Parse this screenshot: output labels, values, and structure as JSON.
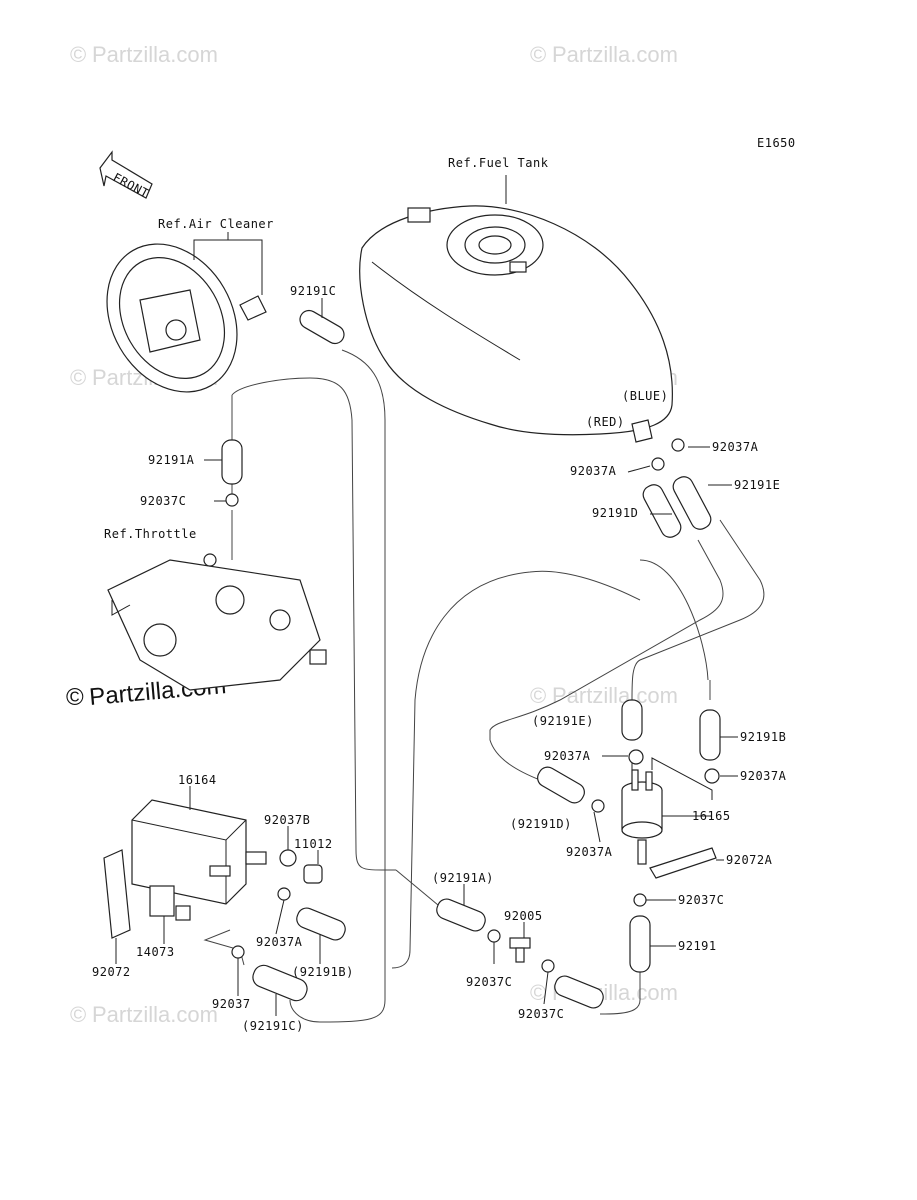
{
  "diagram_code": "E1650",
  "front_label": "FRONT",
  "watermarks": {
    "faint_text": "Partzilla.com",
    "main_text": "Partzilla.com",
    "symbol": "©"
  },
  "refs": {
    "fuel_tank": "Ref.Fuel Tank",
    "air_cleaner": "Ref.Air Cleaner",
    "throttle": "Ref.Throttle"
  },
  "colors_text": {
    "blue": "(BLUE)",
    "red": "(RED)"
  },
  "labels": {
    "l_92191C_top": "92191C",
    "l_92191A": "92191A",
    "l_92037C_left": "92037C",
    "l_92037A_tank_r": "92037A",
    "l_92037A_tank_l": "92037A",
    "l_92191E": "92191E",
    "l_92191D": "92191D",
    "l_92191E_paren": "(92191E)",
    "l_92191B": "92191B",
    "l_92037A_mid": "92037A",
    "l_92037A_right": "92037A",
    "l_92191D_paren": "(92191D)",
    "l_16165": "16165",
    "l_92037A_low": "92037A",
    "l_92072A": "92072A",
    "l_92037C_right": "92037C",
    "l_92191": "92191",
    "l_16164": "16164",
    "l_92037B": "92037B",
    "l_11012": "11012",
    "l_92191A_paren": "(92191A)",
    "l_92005": "92005",
    "l_92037A_canister": "92037A",
    "l_92191B_paren": "(92191B)",
    "l_92037C_bot1": "92037C",
    "l_92037C_bot2": "92037C",
    "l_92072": "92072",
    "l_14073": "14073",
    "l_92037": "92037",
    "l_92191C_paren": "(92191C)"
  }
}
